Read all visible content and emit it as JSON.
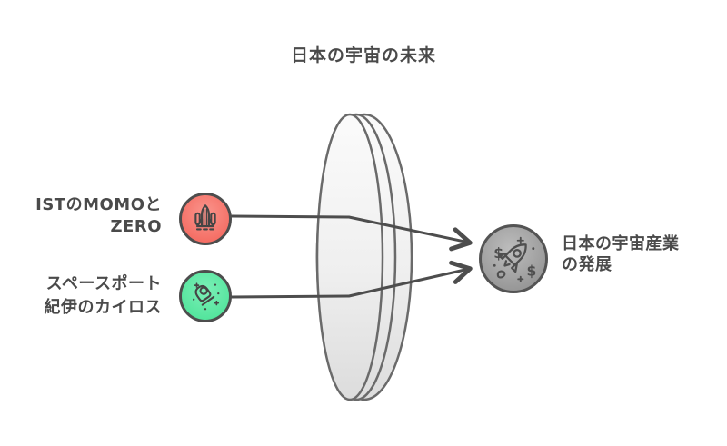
{
  "title": "日本の宇宙の未来",
  "diagram": {
    "type": "lens-convergence",
    "inputs": [
      {
        "id": "ist-momo-zero",
        "lines": [
          "ISTのMOMOと",
          "ZERO"
        ],
        "icon": "space-shuttle-icon",
        "node_color": "#f4695f"
      },
      {
        "id": "spaceport-kii-kairos",
        "lines": [
          "スペースポート",
          "紀伊のカイロス"
        ],
        "icon": "spaceship-icon",
        "node_color": "#4fe49a"
      }
    ],
    "output": {
      "id": "japan-space-industry-growth",
      "lines": [
        "日本の宇宙産業",
        "の発展"
      ],
      "icon": "rocket-money-icon",
      "node_color": "#9a9a9a",
      "dollar": "$"
    },
    "colors": {
      "connector": "#4d4d4d",
      "text": "#4a4a4a",
      "icon_stroke": "#454545",
      "lens_stroke": "#6a6a6a",
      "lens_fill_top": "#fbfbfb",
      "lens_fill_bottom": "#dcdcdc"
    }
  }
}
